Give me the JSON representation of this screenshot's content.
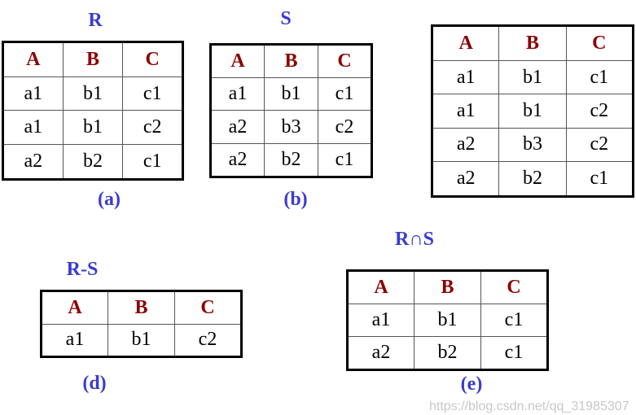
{
  "labels": {
    "r_title": "R",
    "s_title": "S",
    "a": "(a)",
    "b": "(b)",
    "d_title": "R-S",
    "d": "(d)",
    "e_title": "R∩S",
    "e": "(e)"
  },
  "tables": {
    "r": {
      "headers": [
        "A",
        "B",
        "C"
      ],
      "rows": [
        [
          "a1",
          "b1",
          "c1"
        ],
        [
          "a1",
          "b1",
          "c2"
        ],
        [
          "a2",
          "b2",
          "c1"
        ]
      ]
    },
    "s": {
      "headers": [
        "A",
        "B",
        "C"
      ],
      "rows": [
        [
          "a1",
          "b1",
          "c1"
        ],
        [
          "a2",
          "b3",
          "c2"
        ],
        [
          "a2",
          "b2",
          "c1"
        ]
      ]
    },
    "u": {
      "headers": [
        "A",
        "B",
        "C"
      ],
      "rows": [
        [
          "a1",
          "b1",
          "c1"
        ],
        [
          "a1",
          "b1",
          "c2"
        ],
        [
          "a2",
          "b3",
          "c2"
        ],
        [
          "a2",
          "b2",
          "c1"
        ]
      ]
    },
    "d": {
      "headers": [
        "A",
        "B",
        "C"
      ],
      "rows": [
        [
          "a1",
          "b1",
          "c2"
        ]
      ]
    },
    "e": {
      "headers": [
        "A",
        "B",
        "C"
      ],
      "rows": [
        [
          "a1",
          "b1",
          "c1"
        ],
        [
          "a2",
          "b2",
          "c1"
        ]
      ]
    }
  },
  "watermark": "https://blog.csdn.net/qq_31985307",
  "colors": {
    "label": "#3b3bd0",
    "header": "#8b0000"
  }
}
